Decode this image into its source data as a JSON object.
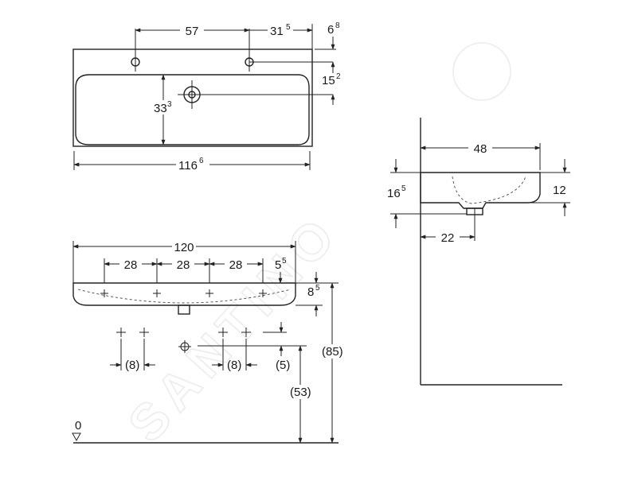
{
  "watermark": {
    "text": "SANTINO"
  },
  "top_view": {
    "dims": {
      "hole_spacing": "57",
      "hole_to_edge": "31",
      "hole_to_edge_sup": "5",
      "back_edge": "6",
      "back_edge_sup": "8",
      "tap_to_drain": "15",
      "tap_to_drain_sup": "2",
      "bowl_depth": "33",
      "bowl_depth_sup": "3",
      "bowl_width": "116",
      "bowl_width_sup": "6"
    }
  },
  "front_view": {
    "dims": {
      "total_width": "120",
      "spacing_1": "28",
      "spacing_2": "28",
      "spacing_3": "28",
      "end_offset": "5",
      "end_offset_sup": "5",
      "rim_height": "8",
      "rim_height_sup": "5",
      "tap_offset_left": "(8)",
      "tap_offset_right": "(8)",
      "tap_height": "(5)",
      "drain_height": "(53)",
      "total_height": "(85)",
      "floor_label": "0"
    }
  },
  "side_view": {
    "dims": {
      "depth": "48",
      "height_total": "16",
      "height_total_sup": "5",
      "height_bowl": "12",
      "drain_offset": "22"
    }
  }
}
